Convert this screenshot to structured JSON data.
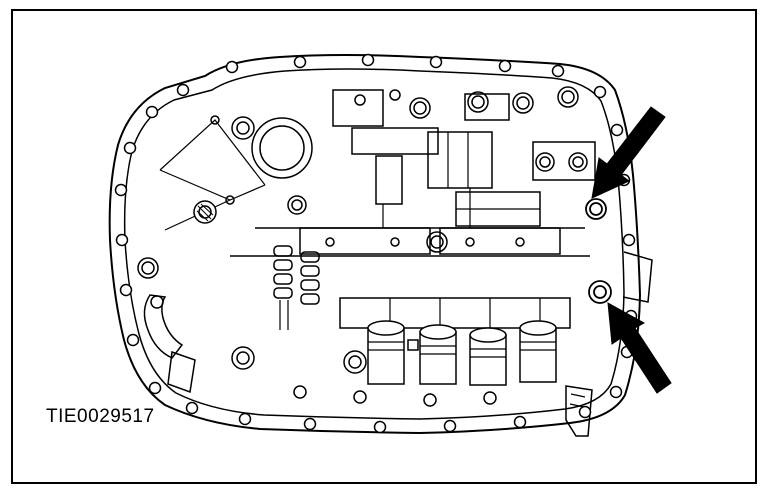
{
  "figure": {
    "id_label": "TIE0029517",
    "colors": {
      "line": "#000000",
      "background": "#ffffff",
      "arrow_fill": "#000000"
    },
    "icons": [
      {
        "name": "upper-callout-arrow",
        "shape": "solid black arrow pointing down-left"
      },
      {
        "name": "lower-callout-arrow",
        "shape": "solid black arrow pointing up-left"
      }
    ]
  }
}
